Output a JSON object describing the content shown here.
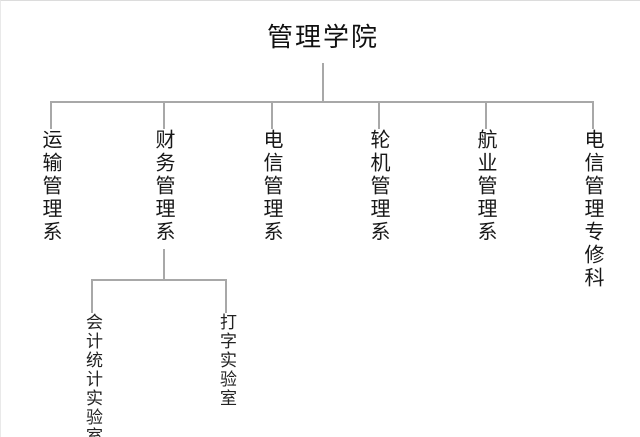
{
  "chart_data": {
    "type": "diagram",
    "diagram_kind": "organization-tree",
    "title": "管理学院",
    "orientation": "top-down",
    "text_direction": "vertical",
    "line_color": "#a8a8a8",
    "background_color": "#ffffff",
    "nodes": [
      {
        "id": "root",
        "label": "管理学院",
        "level": 0,
        "parent": null,
        "char_count": 4
      },
      {
        "id": "dept1",
        "label": "运输管理系",
        "level": 1,
        "parent": "root",
        "char_count": 5
      },
      {
        "id": "dept2",
        "label": "财务管理系",
        "level": 1,
        "parent": "root",
        "char_count": 5
      },
      {
        "id": "dept3",
        "label": "电信管理系",
        "level": 1,
        "parent": "root",
        "char_count": 5
      },
      {
        "id": "dept4",
        "label": "轮机管理系",
        "level": 1,
        "parent": "root",
        "char_count": 5
      },
      {
        "id": "dept5",
        "label": "航业管理系",
        "level": 1,
        "parent": "root",
        "char_count": 5
      },
      {
        "id": "dept6",
        "label": "电信管理专修科",
        "level": 1,
        "parent": "root",
        "char_count": 7
      },
      {
        "id": "lab1",
        "label": "会计统计实验室",
        "level": 2,
        "parent": "dept2",
        "char_count": 7
      },
      {
        "id": "lab2",
        "label": "打字实验室",
        "level": 2,
        "parent": "dept2",
        "char_count": 5
      }
    ]
  },
  "tree": {
    "root": {
      "label": "管理学院"
    },
    "departments": [
      {
        "label": "运输管理系"
      },
      {
        "label": "财务管理系"
      },
      {
        "label": "电信管理系"
      },
      {
        "label": "轮机管理系"
      },
      {
        "label": "航业管理系"
      },
      {
        "label": "电信管理专修科"
      }
    ],
    "labs": [
      {
        "label": "会计统计实验室"
      },
      {
        "label": "打字实验室"
      }
    ]
  }
}
